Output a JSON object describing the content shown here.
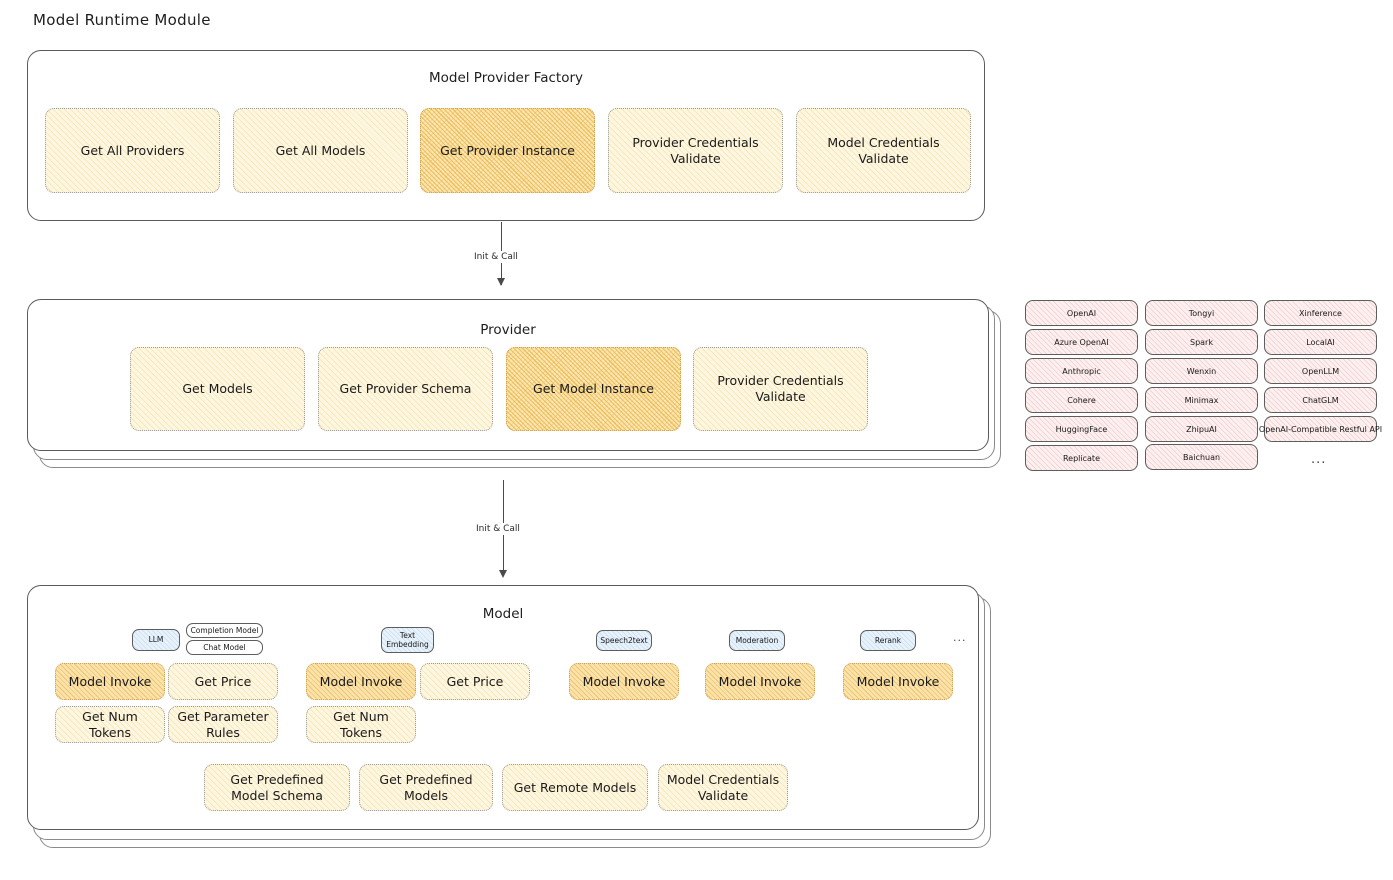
{
  "page": {
    "title": "Model Runtime Module"
  },
  "connectors": [
    {
      "label": "Init & Call"
    },
    {
      "label": "Init & Call"
    }
  ],
  "factory": {
    "title": "Model Provider Factory",
    "boxes": [
      {
        "label": "Get All Providers",
        "highlight": false
      },
      {
        "label": "Get All Models",
        "highlight": false
      },
      {
        "label": "Get Provider Instance",
        "highlight": true
      },
      {
        "label": "Provider Credentials Validate",
        "highlight": false
      },
      {
        "label": "Model Credentials Validate",
        "highlight": false
      }
    ]
  },
  "provider": {
    "title": "Provider",
    "boxes": [
      {
        "label": "Get Models",
        "highlight": false
      },
      {
        "label": "Get Provider Schema",
        "highlight": false
      },
      {
        "label": "Get Model Instance",
        "highlight": true
      },
      {
        "label": "Provider Credentials Validate",
        "highlight": false
      }
    ]
  },
  "provider_list": {
    "ellipsis": "...",
    "columns": [
      {
        "items": [
          "OpenAI",
          "Azure OpenAI",
          "Anthropic",
          "Cohere",
          "HuggingFace",
          "Replicate"
        ]
      },
      {
        "items": [
          "Tongyi",
          "Spark",
          "Wenxin",
          "Minimax",
          "ZhipuAI",
          "Baichuan"
        ]
      },
      {
        "items": [
          "Xinference",
          "LocalAI",
          "OpenLLM",
          "ChatGLM",
          "OpenAI-Compatible Restful API"
        ]
      }
    ]
  },
  "model": {
    "title": "Model",
    "ellipsis": "...",
    "types": [
      {
        "badge": "LLM",
        "sub_badges": [
          "Completion Model",
          "Chat Model"
        ],
        "methods": [
          "Model Invoke",
          "Get Price",
          "Get Num Tokens",
          "Get Parameter Rules"
        ]
      },
      {
        "badge": "Text Embedding",
        "sub_badges": [],
        "methods": [
          "Model Invoke",
          "Get Price",
          "Get Num Tokens"
        ]
      },
      {
        "badge": "Speech2text",
        "sub_badges": [],
        "methods": [
          "Model Invoke"
        ]
      },
      {
        "badge": "Moderation",
        "sub_badges": [],
        "methods": [
          "Model Invoke"
        ]
      },
      {
        "badge": "Rerank",
        "sub_badges": [],
        "methods": [
          "Model Invoke"
        ]
      }
    ],
    "common_methods": [
      "Get Predefined Model Schema",
      "Get Predefined Models",
      "Get Remote Models",
      "Model Credentials Validate"
    ]
  },
  "colors": {
    "highlight_fill": "#fbe6b4",
    "light_fill": "#fdf6e0",
    "provider_pill_fill": "#fdf0f0",
    "badge_blue_fill": "#e8f2fb",
    "stroke": "#5b5b5b"
  }
}
